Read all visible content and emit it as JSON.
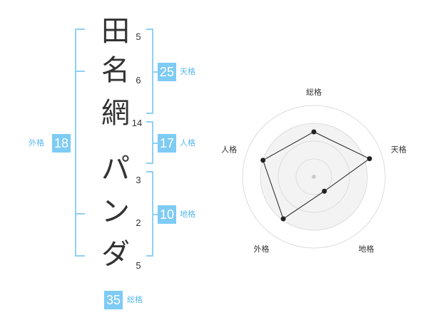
{
  "name": {
    "surname": [
      {
        "char": "田",
        "strokes": "5"
      },
      {
        "char": "名",
        "strokes": "6"
      },
      {
        "char": "網",
        "strokes": "14"
      }
    ],
    "given": [
      {
        "char": "パ",
        "strokes": "3"
      },
      {
        "char": "ン",
        "strokes": "2"
      },
      {
        "char": "ダ",
        "strokes": "5"
      }
    ]
  },
  "fortunes": {
    "tenkaku": {
      "value": "25",
      "label": "天格"
    },
    "jinkaku": {
      "value": "17",
      "label": "人格"
    },
    "chikaku": {
      "value": "10",
      "label": "地格"
    },
    "gaikaku": {
      "value": "18",
      "label": "外格"
    },
    "soukaku": {
      "value": "35",
      "label": "総格"
    }
  },
  "colors": {
    "accent": "#7ecbf4",
    "label": "#5ab8ec",
    "bracket": "#8fd0f5"
  },
  "chart_data": {
    "type": "radar",
    "axes": [
      "総格",
      "天格",
      "地格",
      "外格",
      "人格"
    ],
    "values": [
      0.63,
      0.82,
      0.25,
      0.73,
      0.75
    ],
    "rmax": 1,
    "rings": 4,
    "grid": true
  }
}
